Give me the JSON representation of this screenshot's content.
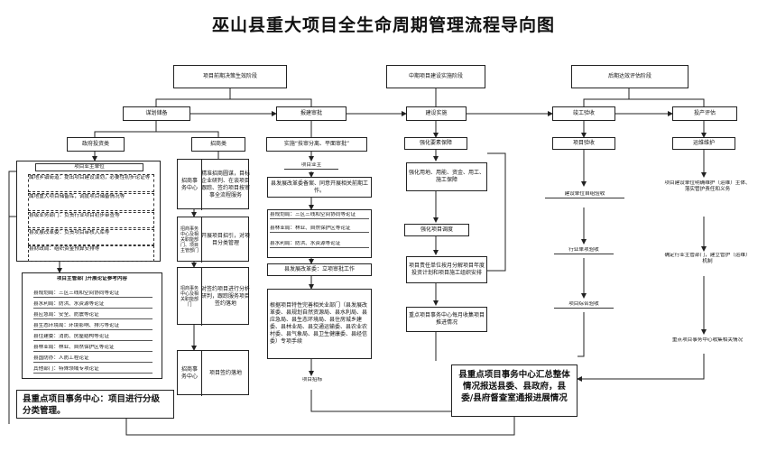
{
  "title": "巫山县重大项目全生命周期管理流程导向图",
  "stages": {
    "decision": "项目前期决策生效阶段",
    "construction": "中期项目建设实施阶段",
    "evaluation": "后期达效评估阶段"
  },
  "row": {
    "plan": "谋划储备",
    "approve": "报建审批",
    "build": "建设实施",
    "accept": "竣工验收",
    "invest_eval": "投产评估"
  },
  "left": {
    "gov": "政府投资类",
    "owner_header": "项目业主单位",
    "owner_items": [
      "属地乡镇街道：提出项目建设谋划，必要性初步论证等",
      "属地重大项目储备库，调度项目储备情况等",
      "县级业务部门：负责行业项目初步审查等",
      "县发展改革委：负责项目审核入库等",
      "县财政局：组织资金预算安排等"
    ],
    "dept_header": "项目主管部门开展论证参考内容",
    "dept_items": [
      "县规划局：三区三线和空间协同等论证",
      "县水利局：防洪、水资源等论证",
      "县应急局：安全、防震等论证",
      "县生态环境局：环境影响、排污等论证",
      "县住建委：消防、房屋结构等论证",
      "县林业局：林业、自然保护区等论证",
      "县国防办：人防工程论证",
      "其他部门：特殊领域专项论证"
    ],
    "classify": "县重点项目事务中心：项目进行分级分类管理。"
  },
  "invite": {
    "label": "招商类",
    "center1": "招商事务中心",
    "desc1": "精准招商圆谋，目标企业研判、在谈项目跟踪、签约项目按审事全流程服务",
    "center2": "招商事务中心及相关职能部门、项目主管部门",
    "desc2": "开展项目招引，对项目分类管理",
    "center3": "招商事务中心及相关职能部门",
    "desc3": "对签约项目进行分析研判，跟踪服务项目签约落地",
    "center4": "招商事务中心",
    "desc4": "项目签约落地"
  },
  "approval": {
    "mode": "实施“技审分离、平面审批”",
    "owner": "项目业主",
    "step1": "县发展改革委备案、同意开展相关前期工作。",
    "depts": [
      "县规划局：三区三线和空间协同等论证",
      "县林业局：林业、自然保护区等论证",
      "县水利局：防洪、水资源等论证"
    ],
    "step2": "县发展改革委：立项审批工作",
    "step3": "根据项目特性完善相关业部门（县发展改革委、县规划自然资源局、县水利局、县应急局、县生态环境局、县住房城乡建委、县林业局、县交通运输委、县农业农村委、县气象局、县卫生健康委、县经信委）专项手续",
    "step4": "项目招标"
  },
  "construction": {
    "guarantee": "强化要素保障",
    "guarantee_desc": "强化用地、用能、资金、用工、施工保障",
    "dispatch": "强化项目调度",
    "dispatch_desc": "项目责任单位按月分解项目年度投资计划和项目施工组织安排",
    "monthly": "重点项目事务中心每月收集项目推进情况"
  },
  "acceptance": {
    "title": "项目验收",
    "self": "建设单位自组验收",
    "industry": "行业单项验收",
    "overall": "项目综合验收"
  },
  "operation": {
    "title": "运维维护",
    "desc": "项目建设单位明确维护（运维）主体、落实管护责任和义务",
    "mechanism": "确定行业主管部门，建立管护（运维）机制",
    "collect": "重点项目事务中心收集相关情况"
  },
  "summary": "县重点项目事务中心汇总整体情况报送县委、县政府，县委/县府督查室通报进展情况"
}
